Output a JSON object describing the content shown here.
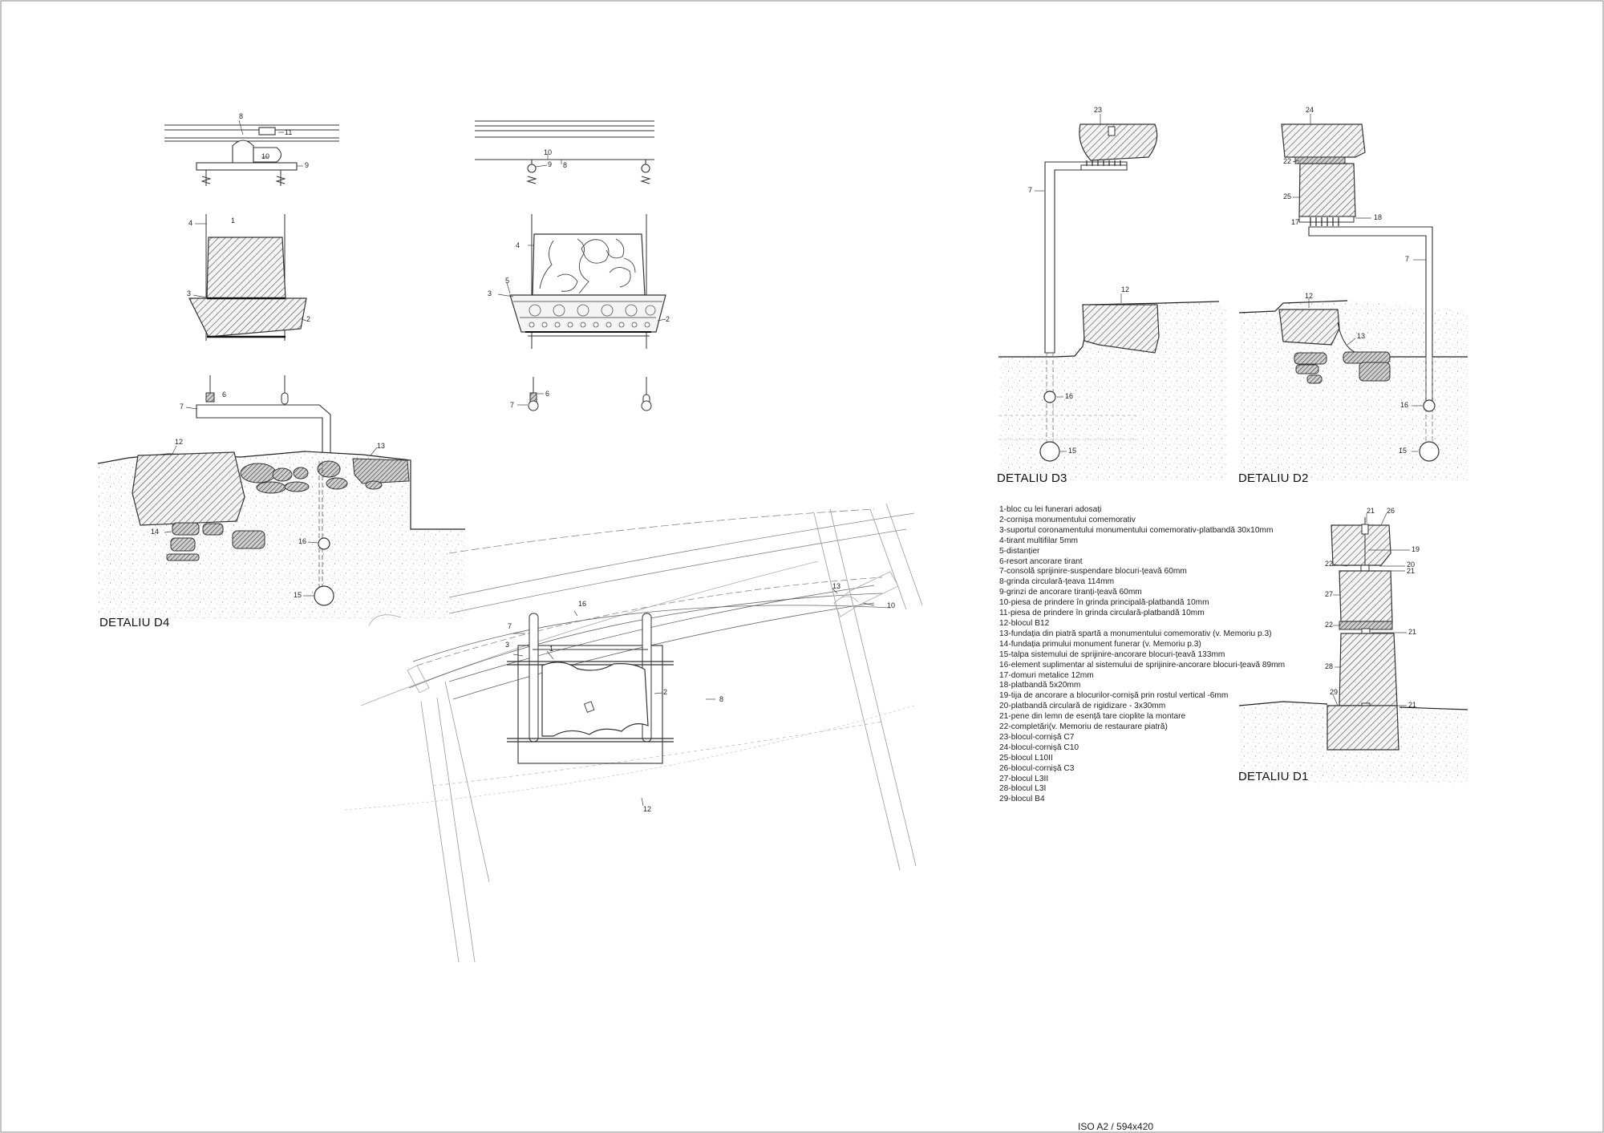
{
  "detail_titles": {
    "d4": "DETALIU D4",
    "d3": "DETALIU D3",
    "d2": "DETALIU D2",
    "d1": "DETALIU D1"
  },
  "legend": [
    "1-bloc cu lei funerari adosați",
    "2-cornișa monumentului comemorativ",
    "3-suportul coronamentului monumentului comemorativ-platbandă 30x10mm",
    "4-tirant multifilar 5mm",
    "5-distanțier",
    "6-resort ancorare tirant",
    "7-consolă sprijinire-suspendare blocuri-țeavă 60mm",
    "8-grinda circulară-țeava 114mm",
    "9-grinzi de ancorare tiranți-țeavă 60mm",
    "10-piesa de prindere în grinda principală-platbandă 10mm",
    "11-piesa de prindere în grinda circulară-platbandă 10mm",
    "12-blocul B12",
    "13-fundația din piatră spartă a monumentului comemorativ (v. Memoriu p.3)",
    "14-fundația primului monument funerar (v. Memoriu p.3)",
    "15-talpa sistemului de sprijinire-ancorare blocuri-țeavă 133mm",
    "16-element suplimentar al sistemului de sprijinire-ancorare blocuri-țeavă 89mm",
    "17-domuri metalice 12mm",
    "18-platbandă 5x20mm",
    "19-tija de ancorare a blocurilor-cornișă prin rostul vertical -6mm",
    "20-platbandă circulară de rigidizare - 3x30mm",
    "21-pene din lemn de esență tare cioplite la montare",
    "22-completări(v. Memoriu de restaurare piatră)",
    "23-blocul-cornișă C7",
    "24-blocul-cornișă C10",
    "25-blocul L10II",
    "26-blocul-cornișă C3",
    "27-blocul L3II",
    "28-blocul L3I",
    "29-blocul B4"
  ],
  "callouts": {
    "n1": "1",
    "n2": "2",
    "n3": "3",
    "n4": "4",
    "n5": "5",
    "n6": "6",
    "n7": "7",
    "n8": "8",
    "n9": "9",
    "n10": "10",
    "n11": "11",
    "n12": "12",
    "n13": "13",
    "n14": "14",
    "n15": "15",
    "n16": "16",
    "n17": "17",
    "n18": "18",
    "n19": "19",
    "n20": "20",
    "n21": "21",
    "n22": "22",
    "n23": "23",
    "n24": "24",
    "n25": "25",
    "n26": "26",
    "n27": "27",
    "n28": "28",
    "n29": "29"
  },
  "sheet_format": "ISO A2 / 594x420"
}
